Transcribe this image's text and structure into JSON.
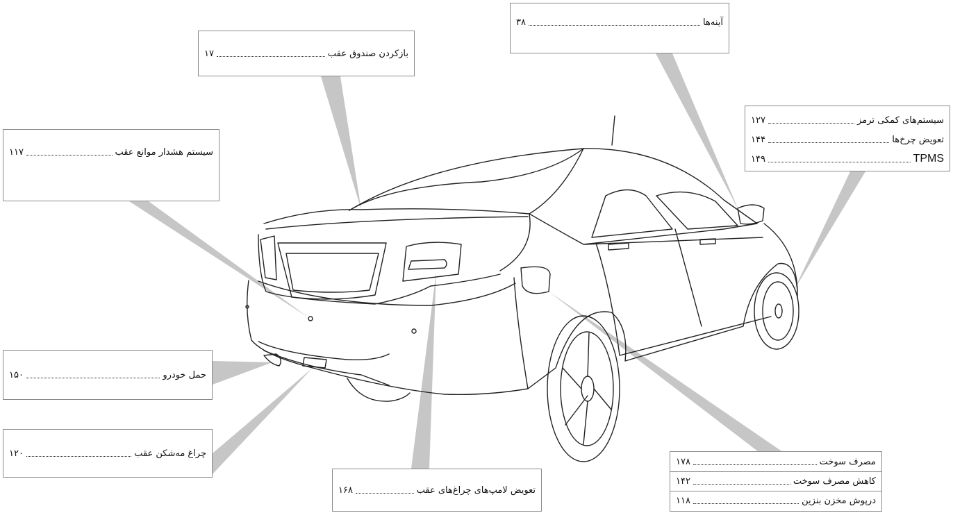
{
  "callouts": {
    "mirrors": {
      "label": "آینه‌ها",
      "page": "۳۸"
    },
    "trunk": {
      "label": "بازکردن صندوق عقب",
      "page": "۱۷"
    },
    "parking_sensor": {
      "label": "سیستم هشدار موانع عقب",
      "page": "۱۱۷"
    },
    "wheels": [
      {
        "label": "سیستم‌های کمکی ترمز",
        "page": "۱۲۷"
      },
      {
        "label": "تعویض چرخ‌ها",
        "page": "۱۴۴"
      },
      {
        "label": "TPMS",
        "page": "۱۴۹"
      }
    ],
    "towing": {
      "label": "حمل خودرو",
      "page": "۱۵۰"
    },
    "fog_lamp": {
      "label": "چراغ مه‌شکن عقب",
      "page": "۱۲۰"
    },
    "rear_lamps": {
      "label": "تعویض لامپ‌های چراغ‌های عقب",
      "page": "۱۶۸"
    },
    "fuel": [
      {
        "label": "مصرف سوخت",
        "page": "۱۷۸"
      },
      {
        "label": "کاهش مصرف سوخت",
        "page": "۱۴۲"
      },
      {
        "label": "درپوش مخزن بنزین",
        "page": "۱۱۸"
      }
    ]
  },
  "colors": {
    "leader": "#c6c6c6",
    "outline": "#222222",
    "box_border": "#8a8a8a"
  }
}
